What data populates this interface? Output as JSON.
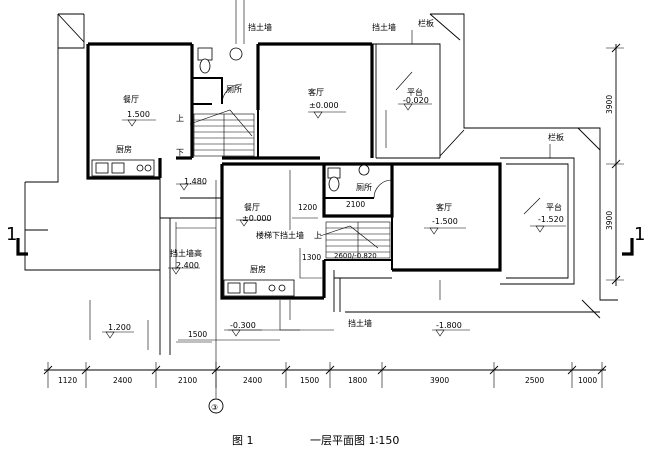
{
  "rooms": {
    "upper_dining": {
      "name": "餐厅",
      "elev": "1.500"
    },
    "upper_kitchen": {
      "name": "厨房"
    },
    "upper_toilet": {
      "name": "厕所"
    },
    "upper_living": {
      "name": "客厅",
      "elev": "±0.000"
    },
    "upper_terrace": {
      "name": "平台",
      "elev": "-0.020"
    },
    "mid_dining": {
      "name": "餐厅",
      "elev": "±0.000"
    },
    "mid_kitchen": {
      "name": "厨房"
    },
    "mid_toilet": {
      "name": "厕所"
    },
    "lower_living": {
      "name": "客厅",
      "elev": "-1.500"
    },
    "lower_terrace": {
      "name": "平台",
      "elev": "-1.520"
    }
  },
  "labels": {
    "retaining_wall": "挡土墙",
    "railing": "栏板",
    "under_stair_wall": "楼梯下挡土墙",
    "wall_height": "挡土墙高",
    "up": "上",
    "down": "下",
    "stair_dims": "2600/-0.820"
  },
  "elevations": {
    "e1480": "1.480",
    "e2400": "2.400",
    "e1200": "1.200",
    "em0300": "-0.300",
    "em1800": "-1.800"
  },
  "dims": {
    "bottom": [
      "1120",
      "2400",
      "2100",
      "2400",
      "1500",
      "1800",
      "3900",
      "2500",
      "1000"
    ],
    "right": [
      "3900",
      "3900"
    ],
    "inner": [
      "1200",
      "2100",
      "1300",
      "1500"
    ]
  },
  "markers": {
    "section_left": "1",
    "section_right": "1",
    "axis": "③"
  },
  "caption": {
    "figure": "图 1",
    "title": "一层平面图 1∶150"
  }
}
